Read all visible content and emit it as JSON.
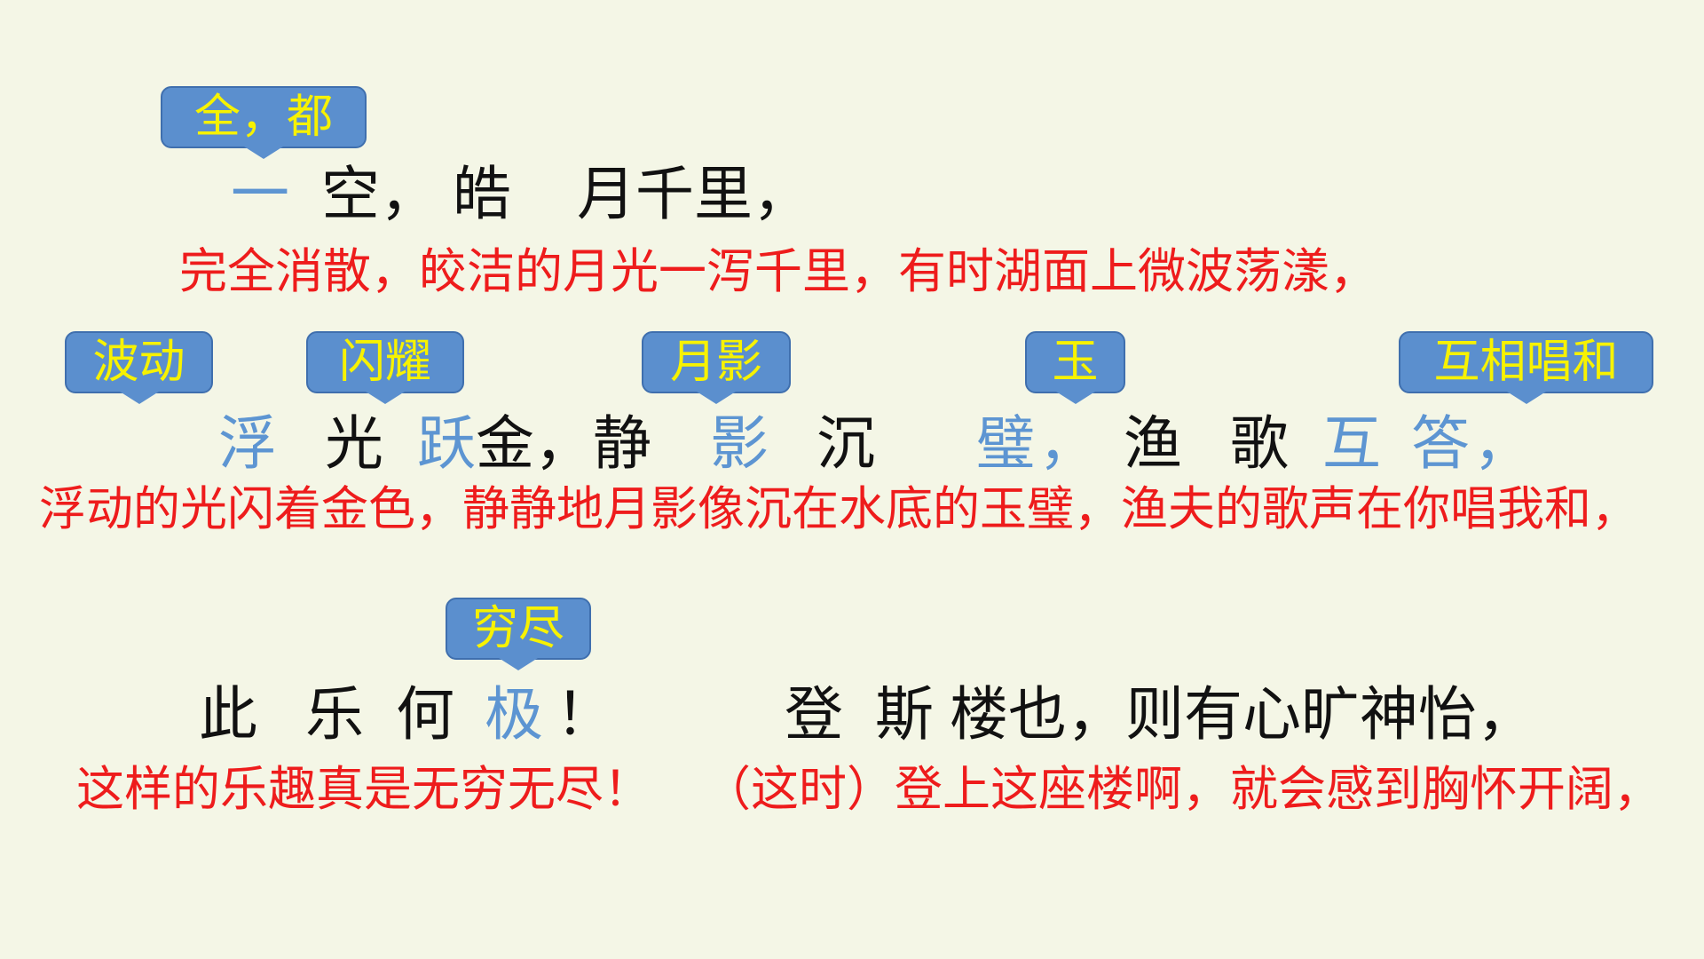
{
  "annotations": {
    "quan_dou": "全，都",
    "bodong": "波动",
    "shanyao": "闪耀",
    "yueying": "月影",
    "yu": "玉",
    "huxiang_changhe": "互相唱和",
    "qiongjin": "穷尽"
  },
  "line1": {
    "yi": "一",
    "kong": "空，",
    "hao": "皓",
    "yue_qianli": "月千里，",
    "translation": "完全消散，皎洁的月光一泻千里，有时湖面上微波荡漾，"
  },
  "line2": {
    "fu": "浮",
    "guang": "光",
    "yue": "跃",
    "jin_jing": "金，静",
    "ying": "影",
    "chen": "沉",
    "bi": "璧",
    "comma1": "，",
    "yu_char": "渔",
    "ge": "歌",
    "hu": "互",
    "da": "答",
    "comma2": "，",
    "translation": "浮动的光闪着金色，静静地月影像沉在水底的玉璧，渔夫的歌声在你唱我和，"
  },
  "line3": {
    "ci": "此",
    "le": "乐",
    "he": "何",
    "ji": "极",
    "excl": "！",
    "deng": "登",
    "si": "斯",
    "rest": "楼也，则有心旷神怡，",
    "translation_a": "这样的乐趣真是无穷无尽！",
    "translation_b": "（这时）登上这座楼啊，就会感到胸怀开阔，"
  },
  "colors": {
    "background": "#f4f6e6",
    "callout_fill": "#5b8fce",
    "callout_text": "#f7f200",
    "original_text": "#111111",
    "highlight_text": "#5d95d2",
    "translation_text": "#ee1c1c"
  }
}
